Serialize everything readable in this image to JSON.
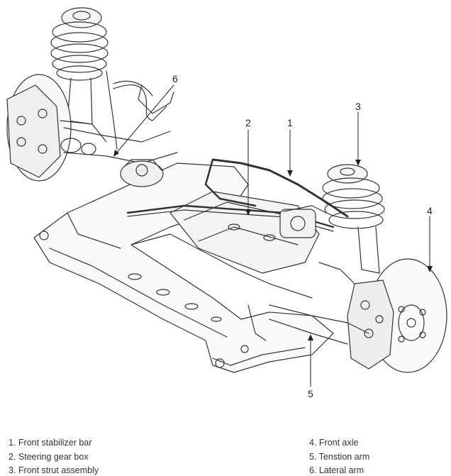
{
  "callouts": [
    "1",
    "2",
    "3",
    "4",
    "5",
    "6"
  ],
  "legend": [
    "1. Front stabilizer bar",
    "2. Steering gear box",
    "3. Front strut assembly",
    "4. Front axle",
    "5. Tenstion arm",
    "6. Lateral arm"
  ]
}
